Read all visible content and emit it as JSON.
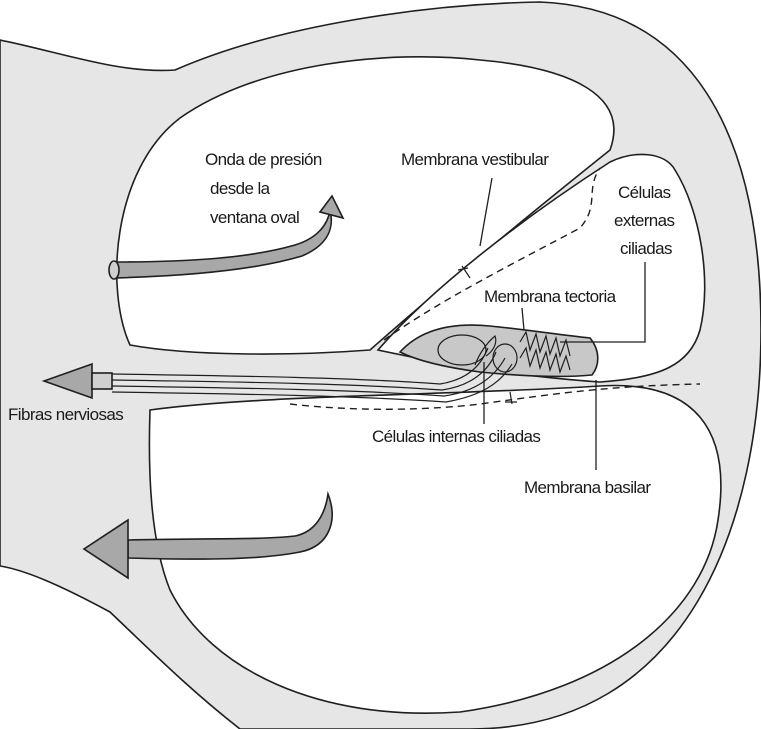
{
  "colors": {
    "duct_fill": "#e6e6e6",
    "chamber_fill": "#ffffff",
    "tectorial_fill": "#c8c8c8",
    "arrow_fill": "#a8a8a8",
    "line": "#1f1f1f"
  },
  "labels": {
    "pressure_wave": [
      "Onda de presión",
      "desde la",
      "ventana oval"
    ],
    "vestibular_membrane": "Membrana vestibular",
    "outer_hair_cells": [
      "Células",
      "externas",
      "ciliadas"
    ],
    "tectorial_membrane": "Membrana tectoria",
    "nerve_fibers": "Fibras nerviosas",
    "inner_hair_cells": "Células internas ciliadas",
    "basilar_membrane": "Membrana basilar"
  }
}
